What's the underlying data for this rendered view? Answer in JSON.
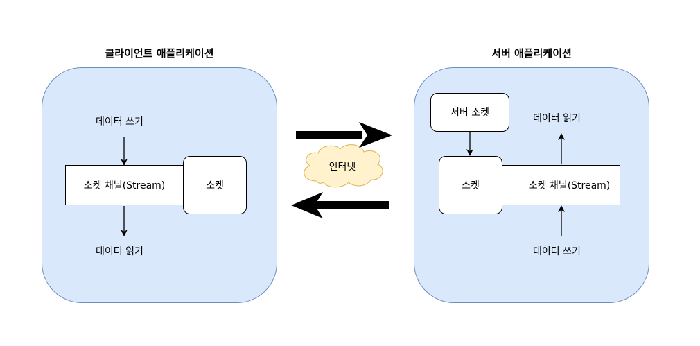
{
  "client": {
    "title": "클라이언트 애플리케이션",
    "write_label": "데이터 쓰기",
    "channel_label": "소켓 채널(Stream)",
    "socket_label": "소켓",
    "read_label": "데이터 읽기"
  },
  "network": {
    "cloud_label": "인터넷"
  },
  "server": {
    "title": "서버 애플리케이션",
    "server_socket_label": "서버 소켓",
    "socket_label": "소켓",
    "channel_label": "소켓 채널(Stream)",
    "read_label": "데이터 읽기",
    "write_label": "데이터 쓰기"
  },
  "colors": {
    "app_fill": "#dae8fc",
    "app_border": "#6c8ebf",
    "cloud_fill": "#fff2cc",
    "cloud_border": "#d6b656"
  }
}
